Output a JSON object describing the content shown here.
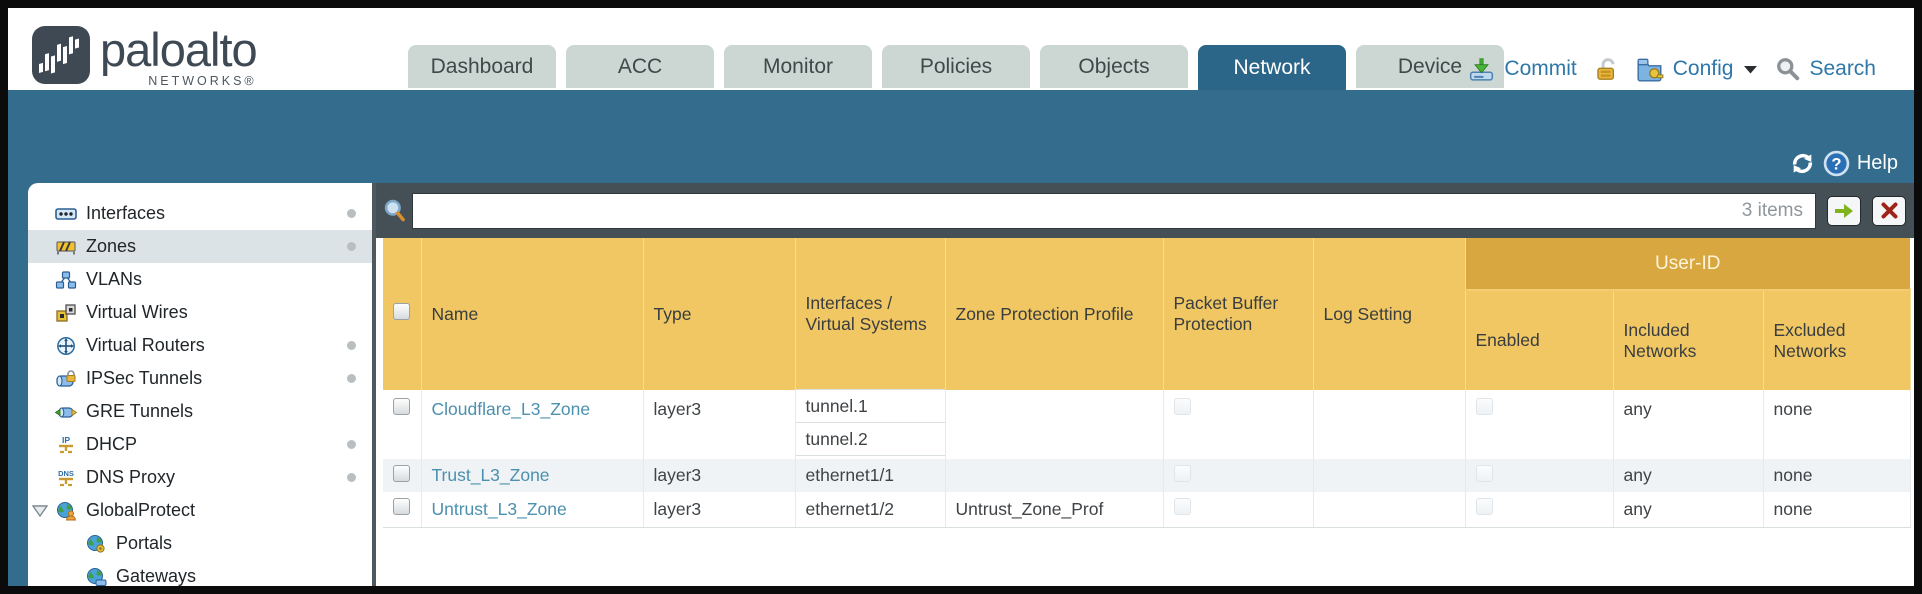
{
  "header": {
    "logo": {
      "brand": "paloalto",
      "sub": "NETWORKS®"
    },
    "tabs": [
      {
        "label": "Dashboard"
      },
      {
        "label": "ACC"
      },
      {
        "label": "Monitor"
      },
      {
        "label": "Policies"
      },
      {
        "label": "Objects"
      },
      {
        "label": "Network",
        "active": true
      },
      {
        "label": "Device"
      }
    ],
    "utilities": {
      "commit": "Commit",
      "config": "Config",
      "search": "Search"
    }
  },
  "banner": {
    "help": "Help"
  },
  "sidebar": {
    "items": [
      {
        "label": "Interfaces",
        "icon": "interfaces-icon",
        "dot": true
      },
      {
        "label": "Zones",
        "icon": "zones-icon",
        "dot": true,
        "selected": true
      },
      {
        "label": "VLANs",
        "icon": "vlans-icon"
      },
      {
        "label": "Virtual Wires",
        "icon": "virtual-wires-icon"
      },
      {
        "label": "Virtual Routers",
        "icon": "virtual-routers-icon",
        "dot": true
      },
      {
        "label": "IPSec Tunnels",
        "icon": "ipsec-tunnels-icon",
        "dot": true
      },
      {
        "label": "GRE Tunnels",
        "icon": "gre-tunnels-icon"
      },
      {
        "label": "DHCP",
        "icon": "dhcp-icon",
        "dot": true
      },
      {
        "label": "DNS Proxy",
        "icon": "dns-proxy-icon",
        "dot": true
      },
      {
        "label": "GlobalProtect",
        "icon": "globalprotect-icon",
        "expanded": true
      },
      {
        "label": "Portals",
        "icon": "portals-icon",
        "child": true
      },
      {
        "label": "Gateways",
        "icon": "gateways-icon",
        "child": true
      }
    ]
  },
  "toolbar": {
    "count": "3 items"
  },
  "table": {
    "group_header": "User-ID",
    "columns": {
      "name": "Name",
      "type": "Type",
      "interfaces": "Interfaces / Virtual Systems",
      "zone_protection": "Zone Protection Profile",
      "packet_buffer": "Packet Buffer Protection",
      "log_setting": "Log Setting",
      "enabled": "Enabled",
      "included": "Included Networks",
      "excluded": "Excluded Networks"
    },
    "rows": [
      {
        "name": "Cloudflare_L3_Zone",
        "type": "layer3",
        "interfaces": [
          "tunnel.1",
          "tunnel.2"
        ],
        "zone_protection_profile": "",
        "log_setting": "",
        "included_networks": "any",
        "excluded_networks": "none"
      },
      {
        "name": "Trust_L3_Zone",
        "type": "layer3",
        "interfaces": [
          "ethernet1/1"
        ],
        "zone_protection_profile": "",
        "log_setting": "",
        "included_networks": "any",
        "excluded_networks": "none"
      },
      {
        "name": "Untrust_L3_Zone",
        "type": "layer3",
        "interfaces": [
          "ethernet1/2"
        ],
        "zone_protection_profile": "Untrust_Zone_Prof",
        "log_setting": "",
        "included_networks": "any",
        "excluded_networks": "none"
      }
    ]
  },
  "colors": {
    "band_blue": "#336c8d",
    "active_tab": "#2b6587",
    "header_gold": "#f0c763",
    "userid_band": "#d9a73f",
    "link_blue": "#4b90ae",
    "strip_gray": "#454f56"
  }
}
